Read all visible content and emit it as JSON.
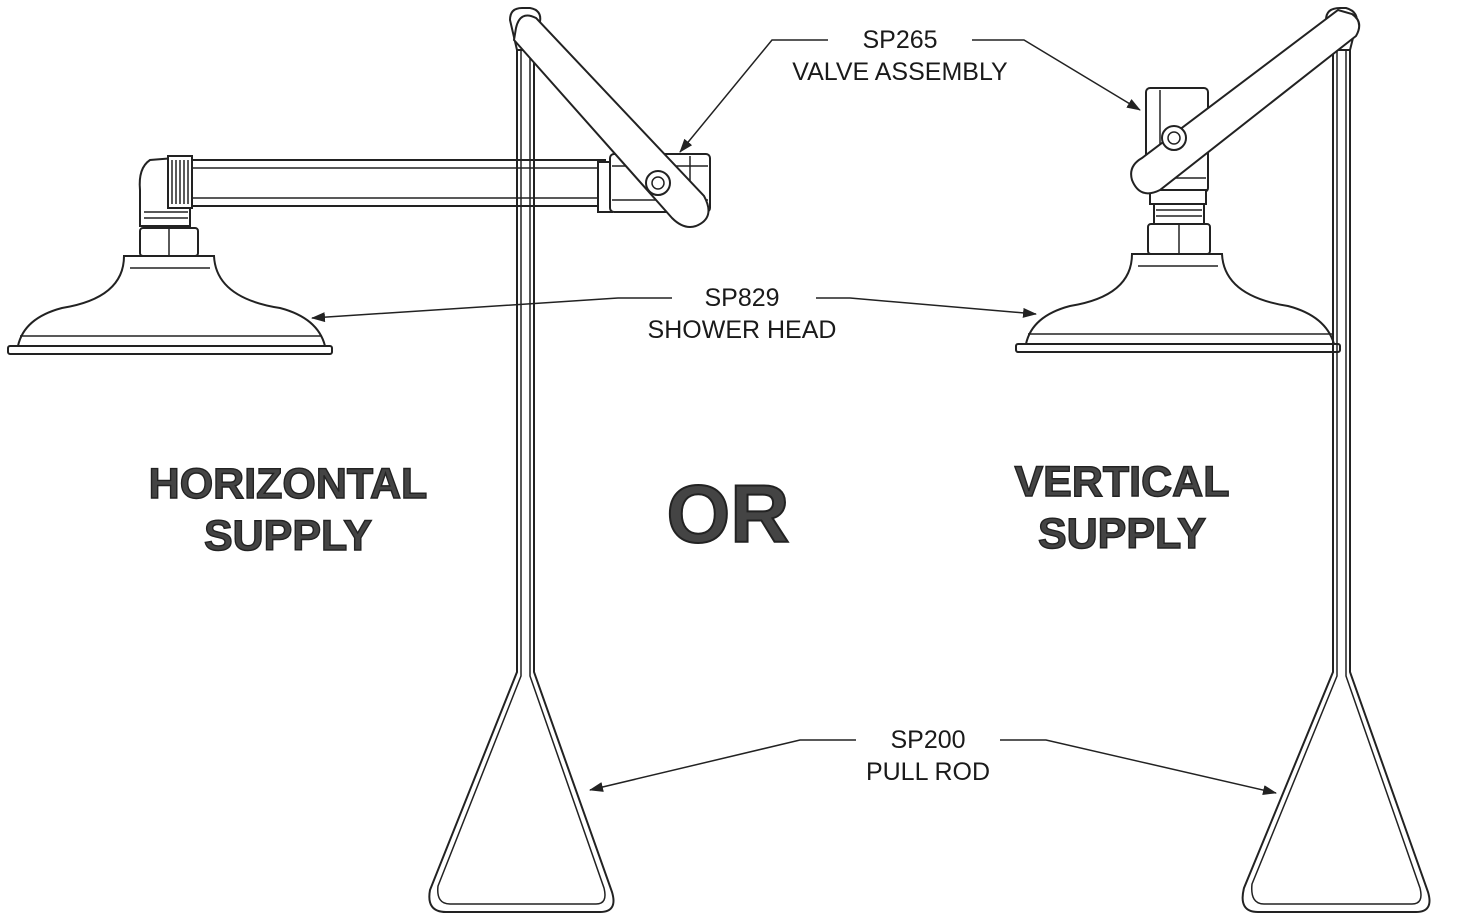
{
  "labels": {
    "valve_assembly": {
      "part": "SP265",
      "name": "VALVE ASSEMBLY"
    },
    "shower_head": {
      "part": "SP829",
      "name": "SHOWER HEAD"
    },
    "pull_rod": {
      "part": "SP200",
      "name": "PULL ROD"
    }
  },
  "options": {
    "horizontal": {
      "line1": "HORIZONTAL",
      "line2": "SUPPLY"
    },
    "separator": "OR",
    "vertical": {
      "line1": "VERTICAL",
      "line2": "SUPPLY"
    }
  },
  "colors": {
    "ink": "#222222",
    "heading_fill": "#444444",
    "background": "#ffffff"
  }
}
